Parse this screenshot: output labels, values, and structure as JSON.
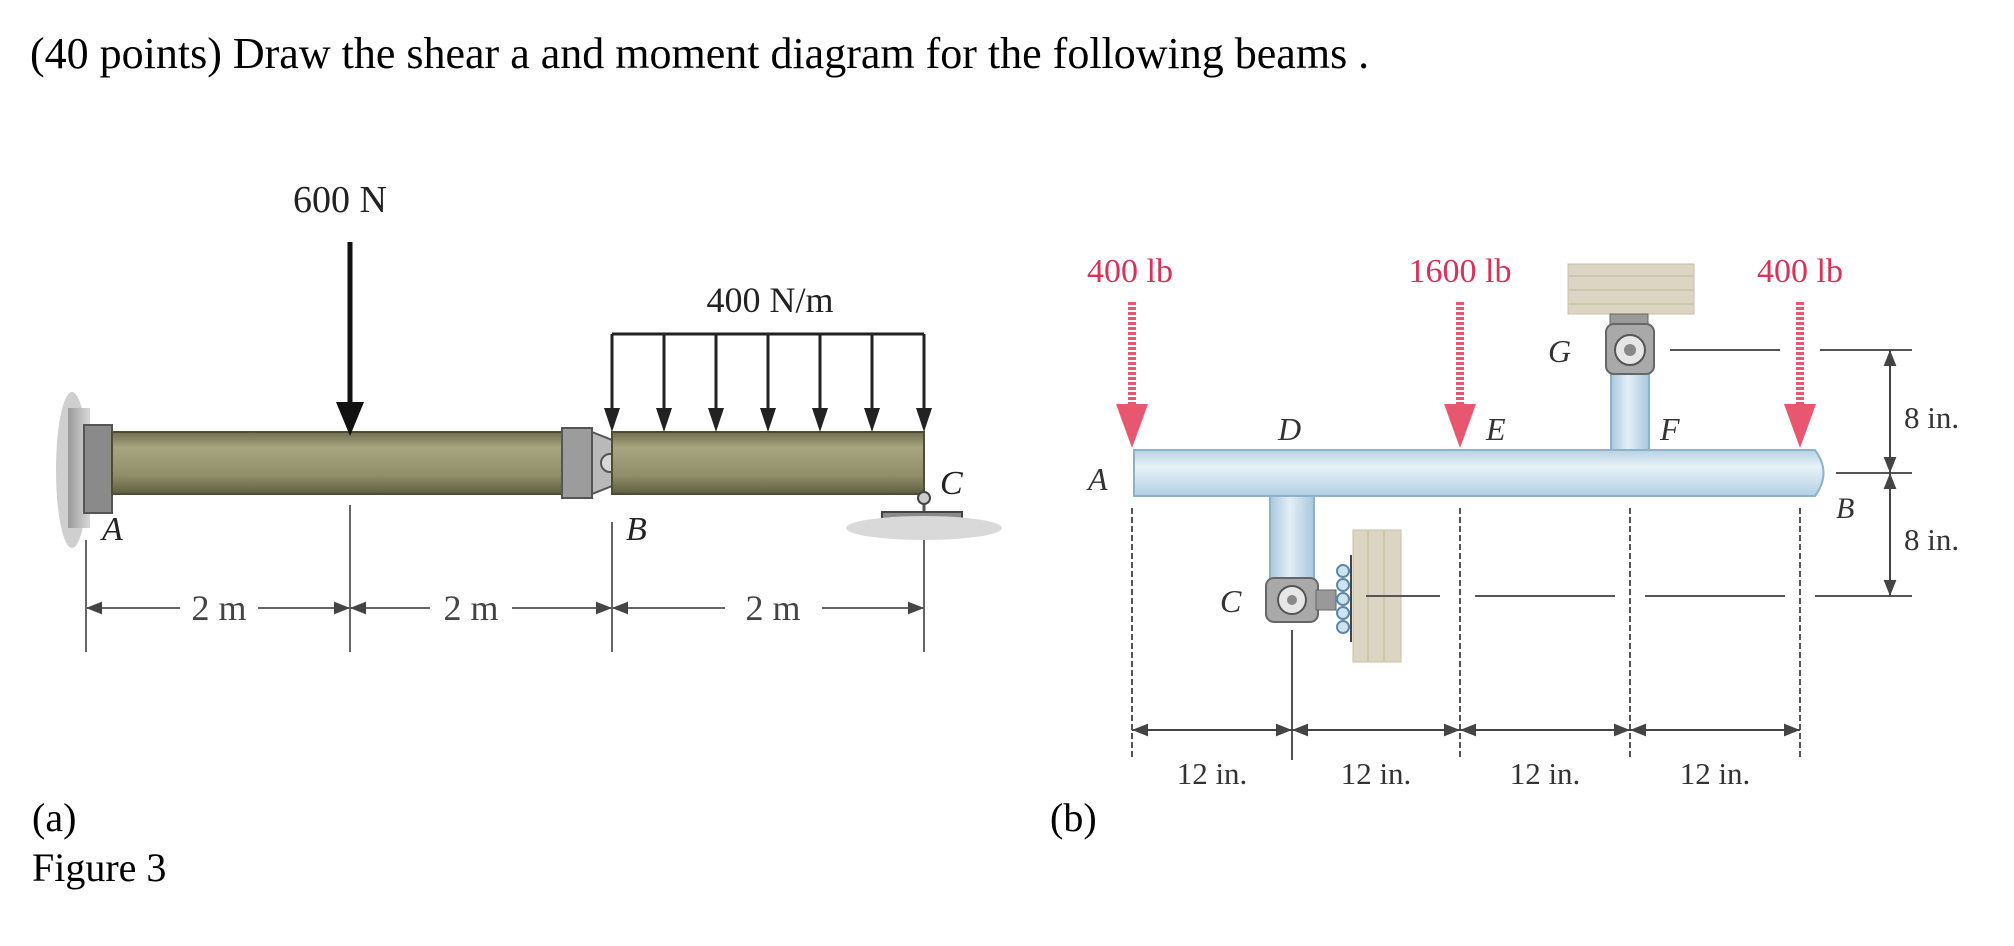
{
  "question": "(40 points) Draw the shear a and moment diagram for the following beams  .",
  "figure_a": {
    "caption": "(a)",
    "figure_label": "Figure 3",
    "point_load": "600 N",
    "distributed_load": "400 N/m",
    "points": {
      "a": "A",
      "b": "B",
      "c": "C"
    },
    "dimensions": [
      "2 m",
      "2 m",
      "2 m"
    ]
  },
  "figure_b": {
    "caption": "(b)",
    "loads": [
      "400 lb",
      "1600 lb",
      "400 lb"
    ],
    "points": {
      "a": "A",
      "b": "B",
      "c": "C",
      "d": "D",
      "e": "E",
      "f": "F",
      "g": "G"
    },
    "horizontal_dims": [
      "12 in.",
      "12 in.",
      "12 in.",
      "12 in."
    ],
    "vertical_dims": [
      "8 in.",
      "8 in."
    ]
  },
  "colors": {
    "beam_a": "#8f8e68",
    "beam_b": "#cfe3ef",
    "load_red": "#e8576f",
    "wall": "#ddd5c3"
  }
}
